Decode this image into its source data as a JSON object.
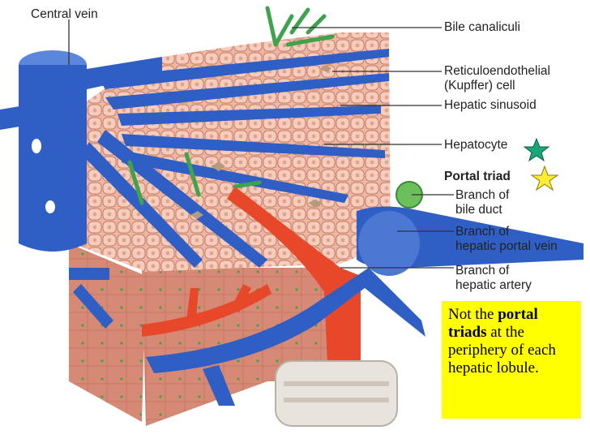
{
  "labels": {
    "central_vein": "Central vein",
    "bile_canaliculi": "Bile canaliculi",
    "kupffer_line1": "Reticuloendothelial",
    "kupffer_line2": "(Kupffer) cell",
    "hepatic_sinusoid": "Hepatic sinusoid",
    "hepatocyte": "Hepatocyte",
    "portal_triad": "Portal triad",
    "bile_duct_line1": "Branch of",
    "bile_duct_line2": "bile duct",
    "portal_vein_line1": "Branch of",
    "portal_vein_line2": "hepatic portal vein",
    "artery_line1": "Branch of",
    "artery_line2": "hepatic artery"
  },
  "note": {
    "part1": "Not the ",
    "bold1": "portal",
    "bold2": "triads",
    "part2": " at the periphery of each hepatic lobule."
  },
  "colors": {
    "vein": "#2f5fc4",
    "vein_light": "#5a86dc",
    "hepatocyte": "#f2bca8",
    "tissue": "#d98a78",
    "artery": "#e8482a",
    "bile": "#3fa34d",
    "note_bg": "#ffff00",
    "star_green": "#1aa57a",
    "star_yellow": "#ffee33"
  }
}
